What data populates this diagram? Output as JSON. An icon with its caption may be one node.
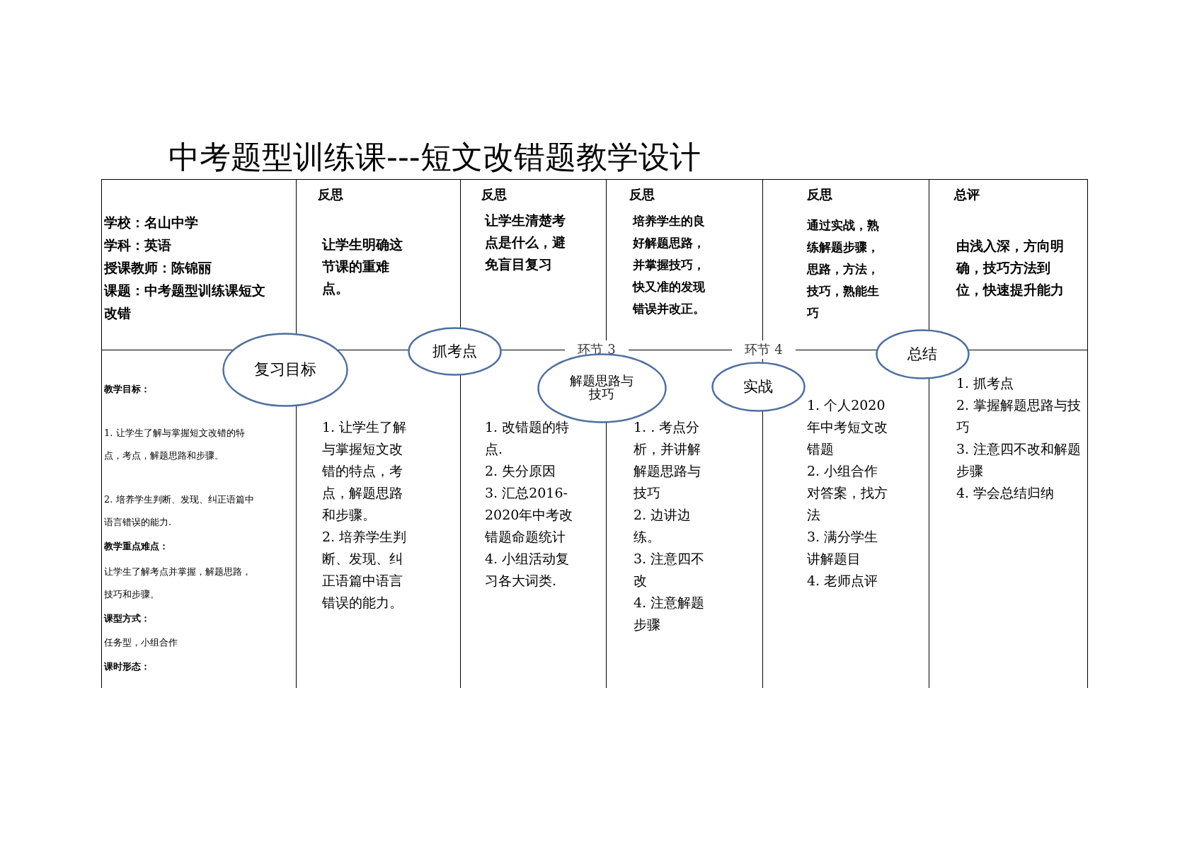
{
  "diagram": {
    "title": "中考题型训练课---短文改错题教学设计",
    "nodes": [
      {
        "text": [
          "复习目标"
        ]
      },
      {
        "text": [
          "抓考点"
        ]
      },
      {
        "text": [
          "解题思路与技巧"
        ]
      },
      {
        "text": [
          "实战"
        ]
      },
      {
        "text": [
          "总结"
        ]
      }
    ],
    "edges": [],
    "labels": [
      "学校：名山中学",
      "学科：英语",
      "授课教师：陈锦丽",
      "课题：中考题型训练课短文改错",
      "反思",
      "让学生明确这节课的重难点。",
      "反思",
      "让学生清楚考点是什么，避免盲目复习",
      "反思",
      "培养学生的良好解题思路，并掌握技巧，快又准的发现错误并改正。",
      "反思",
      "通过实战，熟练解题步骤，思路，方法，技巧，熟能生巧",
      "总评",
      "由浅入深，方向明确，技巧方法到位，快速提升能力",
      "环节 3",
      "环节 4",
      "教学目标：",
      "1. 让学生了解与掌握短文改错的特点，考点，解题思路和步骤。",
      "2. 培养学生判断、发现、纠正语篇中语言错误的能力.",
      "教学重点难点：",
      "让学生了解考点并掌握，解题思路，技巧和步骤。",
      "课型方式：",
      "任务型，小组合作",
      "课时形态：",
      "1. 让学生了解与掌握短文改错的特点，考点，解题思路和步骤。",
      "2. 培养学生判断、发现、纠正语篇中语言错误的能力。",
      "1. 改错题的特点.",
      "2. 失分原因",
      "3. 汇总2016-2020年中考改错题命题统计",
      "4. 小组活动复习各大词类.",
      "1. . 考点分析，并讲解解题思路与技巧",
      "2. 边讲边练。",
      "3. 注意四不改",
      "4. 注意解题步骤",
      "1. 个人2020年中考短文改错题",
      "2. 小组合作对答案，找方法",
      "3. 满分学生讲解题目",
      "4. 老师点评",
      "1. 抓考点",
      "2. 掌握解题思路与技巧",
      "3. 注意四不改和解题步骤",
      "4. 学会总结归纳"
    ]
  }
}
